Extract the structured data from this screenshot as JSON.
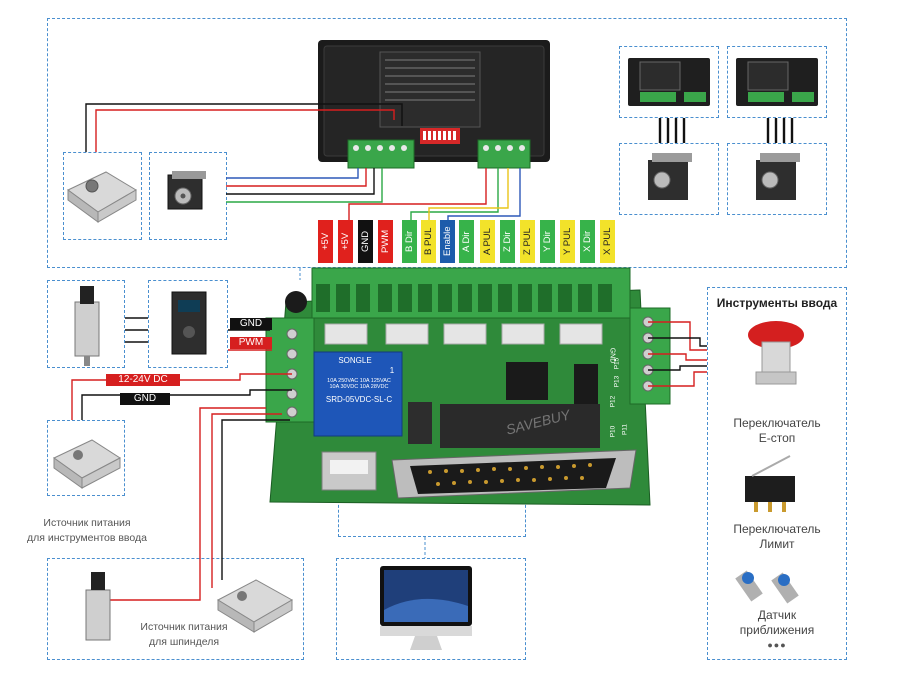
{
  "board_pins": [
    {
      "label": "+5V",
      "bg": "#e0211d",
      "fg": "#ffffff"
    },
    {
      "label": "+5V",
      "bg": "#e0211d",
      "fg": "#ffffff"
    },
    {
      "label": "GND",
      "bg": "#111111",
      "fg": "#ffffff"
    },
    {
      "label": "PWM",
      "bg": "#e0211d",
      "fg": "#ffffff"
    },
    {
      "label": "B Dir",
      "bg": "#37b34a",
      "fg": "#ffffff"
    },
    {
      "label": "B PUL",
      "bg": "#f2e22a",
      "fg": "#222222"
    },
    {
      "label": "Enable",
      "bg": "#1d5cab",
      "fg": "#ffffff"
    },
    {
      "label": "A Dir",
      "bg": "#37b34a",
      "fg": "#ffffff"
    },
    {
      "label": "A PUL",
      "bg": "#f2e22a",
      "fg": "#222222"
    },
    {
      "label": "Z Dir",
      "bg": "#37b34a",
      "fg": "#ffffff"
    },
    {
      "label": "Z PUL",
      "bg": "#f2e22a",
      "fg": "#222222"
    },
    {
      "label": "Y Dir",
      "bg": "#37b34a",
      "fg": "#ffffff"
    },
    {
      "label": "Y PUL",
      "bg": "#f2e22a",
      "fg": "#222222"
    },
    {
      "label": "X Dir",
      "bg": "#37b34a",
      "fg": "#ffffff"
    },
    {
      "label": "X PUL",
      "bg": "#f2e22a",
      "fg": "#222222"
    }
  ],
  "signals": {
    "gnd_spindle": "GND",
    "pwm": "PWM",
    "supply_voltage": "12-24V DC",
    "gnd_supply": "GND"
  },
  "input_tools": {
    "title": "Инструменты ввода",
    "estop": "Переключатель\nЕ-стоп",
    "limit": "Переключатель\nЛимит",
    "proximity": "Датчик\nприближения",
    "more": "●●●"
  },
  "captions": {
    "input_psu": "Источник питания\nдля инструментов ввода",
    "spindle_psu": "Источник питания\nдля шпинделя"
  },
  "board": {
    "relay_brand": "SONGLE",
    "relay_model": "SRD-05VDC-SL-C",
    "relay_rating": "10A 250VAC  10A 125VAC\n10A 30VDC   10A 28VDC",
    "relay_pin": "1",
    "port_labels": [
      "P10",
      "P11",
      "P12",
      "P13",
      "P15"
    ],
    "watermark": "SAVEBUY",
    "gnd_label": "GND"
  },
  "colors": {
    "frame": "#4a8fcf",
    "pcb": "#2f8a3a",
    "terminal": "#3aa64a",
    "wire_red": "#d61f1f",
    "wire_black": "#111111",
    "wire_green": "#2aa845",
    "wire_yellow": "#e9c51a",
    "wire_blue": "#2d58b8"
  }
}
